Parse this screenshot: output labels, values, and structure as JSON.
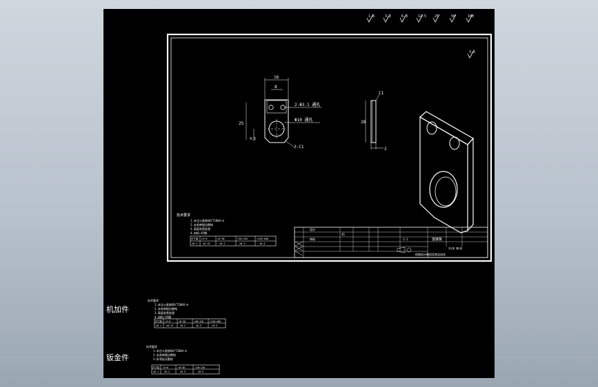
{
  "top_roughness": [
    "1.6",
    "3.2",
    "6.3",
    "12.5",
    "25",
    "50",
    "100"
  ],
  "main_roughness": "3.2",
  "dims": {
    "width_top": "16",
    "hole_spacing": "8",
    "small_holes": "2-Φ3.1 通孔",
    "big_hole": "Φ10 通孔",
    "height": "25",
    "lower_offset": "4.5",
    "chamfer": "2-C1",
    "side_chamfer": "C1",
    "side_height": "28",
    "thickness": "2"
  },
  "notes": {
    "title": "技术要求",
    "lines": [
      "1.未注公差按GB/T1804-m",
      "2.去毛刺锐边倒钝",
      "3.表面发黑处理",
      "4.材料:45钢"
    ]
  },
  "tol_table": {
    "headers": [
      "尺寸段",
      ">3~6",
      ">6~30",
      ">30~120",
      ">120~400"
    ],
    "values": [
      "±0.1",
      "±0.15",
      "±0.2",
      "±0.3",
      "±0.5"
    ]
  },
  "title_block": {
    "name": "连接板",
    "material": "45",
    "scale": "1:1",
    "sheet": "共1张 第1张",
    "designer": "设计",
    "checker": "审核",
    "school": "机械设计制造及其自动化"
  },
  "left_labels": {
    "machined": "机加件",
    "sheetmetal": "钣金件"
  },
  "machined_notes": [
    "1.未注公差按GB/T1804-m",
    "2.去毛刺锐边倒钝",
    "3.表面发黑处理",
    "4.材料:45钢"
  ],
  "machined_table": {
    "headers": [
      "尺寸段",
      ">3~6",
      ">6~30",
      ">30~120",
      ">120~400"
    ],
    "values": [
      "±0.1",
      "±0.15",
      "±0.2",
      "±0.3",
      "±0.5"
    ]
  },
  "sheetmetal_notes": [
    "1.未注公差按GB/T1804-m",
    "2.去毛刺锐边倒钝",
    "3.折弯处无裂纹"
  ],
  "sheetmetal_table": {
    "headers": [
      "尺寸段",
      ">3~6",
      ">6~30",
      ">30~120"
    ],
    "values": [
      "±0.1",
      "±0.2",
      "±0.3",
      "±0.5"
    ]
  }
}
